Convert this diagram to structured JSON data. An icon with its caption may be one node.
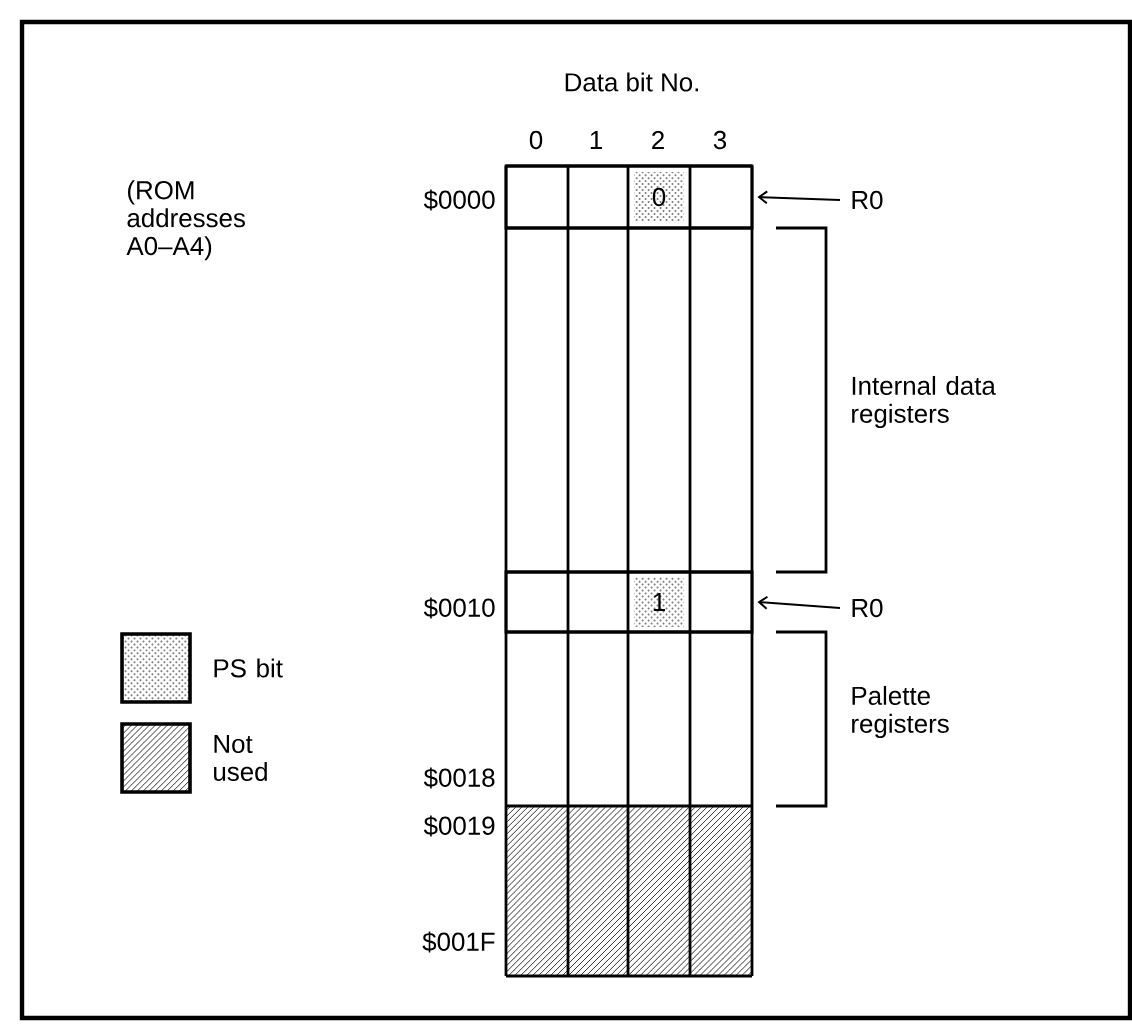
{
  "diagram": {
    "title": "Data bit No.",
    "nodes": [
      {
        "text": [],
        "shape": "box"
      },
      {
        "text": [
          "0"
        ],
        "in": 0
      },
      {
        "text": [
          "R0"
        ]
      },
      {
        "text": [],
        "shape": "box"
      },
      {
        "text": [
          "1"
        ],
        "in": 3
      },
      {
        "text": [
          "R0"
        ]
      }
    ],
    "edges": [
      {
        "from": 2,
        "to": 0,
        "arrow": "to"
      },
      {
        "from": 5,
        "to": 3,
        "arrow": "to"
      }
    ],
    "labels": [
      "0",
      "1",
      "2",
      "3",
      "(ROM addresses A0–A4)",
      "$0000",
      "Internal data registers",
      "$0010",
      "Palette registers",
      "$0018",
      "$0019",
      "$001F"
    ],
    "legend": [
      {
        "text": "PS bit"
      },
      {
        "text": "Not used"
      }
    ]
  }
}
